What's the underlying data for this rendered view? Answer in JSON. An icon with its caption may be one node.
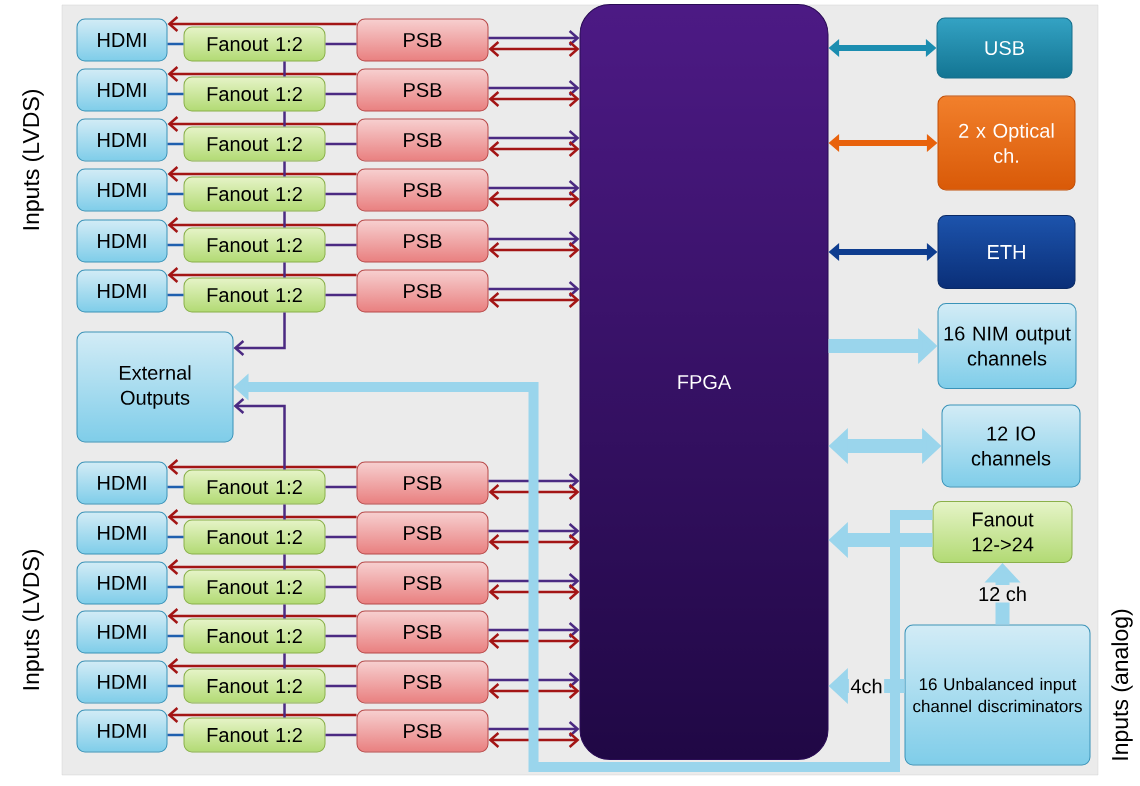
{
  "diagram": {
    "nodes": [
      {
        "text": [
          "FPGA"
        ]
      },
      {
        "text": [
          "HDMI"
        ]
      },
      {
        "text": [
          "Fanout 1:2"
        ]
      },
      {
        "text": [
          "PSB"
        ]
      },
      {
        "text": [
          "HDMI"
        ]
      },
      {
        "text": [
          "Fanout 1:2"
        ]
      },
      {
        "text": [
          "PSB"
        ]
      },
      {
        "text": [
          "HDMI"
        ]
      },
      {
        "text": [
          "Fanout 1:2"
        ]
      },
      {
        "text": [
          "PSB"
        ]
      },
      {
        "text": [
          "HDMI"
        ]
      },
      {
        "text": [
          "Fanout 1:2"
        ]
      },
      {
        "text": [
          "PSB"
        ]
      },
      {
        "text": [
          "HDMI"
        ]
      },
      {
        "text": [
          "Fanout 1:2"
        ]
      },
      {
        "text": [
          "PSB"
        ]
      },
      {
        "text": [
          "HDMI"
        ]
      },
      {
        "text": [
          "Fanout 1:2"
        ]
      },
      {
        "text": [
          "PSB"
        ]
      },
      {
        "text": [
          "HDMI"
        ]
      },
      {
        "text": [
          "Fanout 1:2"
        ]
      },
      {
        "text": [
          "PSB"
        ]
      },
      {
        "text": [
          "HDMI"
        ]
      },
      {
        "text": [
          "Fanout 1:2"
        ]
      },
      {
        "text": [
          "PSB"
        ]
      },
      {
        "text": [
          "HDMI"
        ]
      },
      {
        "text": [
          "Fanout 1:2"
        ]
      },
      {
        "text": [
          "PSB"
        ]
      },
      {
        "text": [
          "HDMI"
        ]
      },
      {
        "text": [
          "Fanout 1:2"
        ]
      },
      {
        "text": [
          "PSB"
        ]
      },
      {
        "text": [
          "HDMI"
        ]
      },
      {
        "text": [
          "Fanout 1:2"
        ]
      },
      {
        "text": [
          "PSB"
        ]
      },
      {
        "text": [
          "HDMI"
        ]
      },
      {
        "text": [
          "Fanout 1:2"
        ]
      },
      {
        "text": [
          "PSB"
        ]
      },
      {
        "text": [
          "External Outputs"
        ]
      },
      {
        "text": [
          "USB"
        ]
      },
      {
        "text": [
          "2 x Optical ch."
        ]
      },
      {
        "text": [
          "ETH"
        ]
      },
      {
        "text": [
          "16 NIM output channels"
        ]
      },
      {
        "text": [
          "12 IO channels"
        ]
      },
      {
        "text": [
          "Fanout 12->24"
        ]
      },
      {
        "text": [
          "16 Unbalanced input channel discriminators"
        ]
      }
    ],
    "edges": [
      {
        "from": 3,
        "to": 1,
        "arrow": "to",
        "color": "#a31515"
      },
      {
        "from": 1,
        "to": 2,
        "arrow": "none",
        "color": "#1f5fae"
      },
      {
        "from": 2,
        "to": 3,
        "arrow": "none"
      },
      {
        "from": 3,
        "to": 0,
        "arrow": "to"
      },
      {
        "from": 3,
        "to": 0,
        "arrow": "both",
        "color": "#a31515"
      },
      {
        "from": 6,
        "to": 4,
        "arrow": "to",
        "color": "#a31515"
      },
      {
        "from": 4,
        "to": 5,
        "arrow": "none",
        "color": "#1f5fae"
      },
      {
        "from": 5,
        "to": 6,
        "arrow": "none"
      },
      {
        "from": 6,
        "to": 0,
        "arrow": "to"
      },
      {
        "from": 6,
        "to": 0,
        "arrow": "both",
        "color": "#a31515"
      },
      {
        "from": 9,
        "to": 7,
        "arrow": "to",
        "color": "#a31515"
      },
      {
        "from": 7,
        "to": 8,
        "arrow": "none",
        "color": "#1f5fae"
      },
      {
        "from": 8,
        "to": 9,
        "arrow": "none"
      },
      {
        "from": 9,
        "to": 0,
        "arrow": "to"
      },
      {
        "from": 9,
        "to": 0,
        "arrow": "both",
        "color": "#a31515"
      },
      {
        "from": 12,
        "to": 10,
        "arrow": "to",
        "color": "#a31515"
      },
      {
        "from": 10,
        "to": 11,
        "arrow": "none",
        "color": "#1f5fae"
      },
      {
        "from": 11,
        "to": 12,
        "arrow": "none"
      },
      {
        "from": 12,
        "to": 0,
        "arrow": "to"
      },
      {
        "from": 12,
        "to": 0,
        "arrow": "both",
        "color": "#a31515"
      },
      {
        "from": 15,
        "to": 13,
        "arrow": "to",
        "color": "#a31515"
      },
      {
        "from": 13,
        "to": 14,
        "arrow": "none",
        "color": "#1f5fae"
      },
      {
        "from": 14,
        "to": 15,
        "arrow": "none"
      },
      {
        "from": 15,
        "to": 0,
        "arrow": "to"
      },
      {
        "from": 15,
        "to": 0,
        "arrow": "both",
        "color": "#a31515"
      },
      {
        "from": 18,
        "to": 16,
        "arrow": "to",
        "color": "#a31515"
      },
      {
        "from": 16,
        "to": 17,
        "arrow": "none",
        "color": "#1f5fae"
      },
      {
        "from": 17,
        "to": 18,
        "arrow": "none"
      },
      {
        "from": 18,
        "to": 0,
        "arrow": "to"
      },
      {
        "from": 18,
        "to": 0,
        "arrow": "both",
        "color": "#a31515"
      },
      {
        "from": 21,
        "to": 19,
        "arrow": "to",
        "color": "#a31515"
      },
      {
        "from": 19,
        "to": 20,
        "arrow": "none",
        "color": "#1f5fae"
      },
      {
        "from": 20,
        "to": 21,
        "arrow": "none"
      },
      {
        "from": 21,
        "to": 0,
        "arrow": "to"
      },
      {
        "from": 21,
        "to": 0,
        "arrow": "both",
        "color": "#a31515"
      },
      {
        "from": 24,
        "to": 22,
        "arrow": "to",
        "color": "#a31515"
      },
      {
        "from": 22,
        "to": 23,
        "arrow": "none",
        "color": "#1f5fae"
      },
      {
        "from": 23,
        "to": 24,
        "arrow": "none"
      },
      {
        "from": 24,
        "to": 0,
        "arrow": "to"
      },
      {
        "from": 24,
        "to": 0,
        "arrow": "both",
        "color": "#a31515"
      },
      {
        "from": 27,
        "to": 25,
        "arrow": "to",
        "color": "#a31515"
      },
      {
        "from": 25,
        "to": 26,
        "arrow": "none",
        "color": "#1f5fae"
      },
      {
        "from": 26,
        "to": 27,
        "arrow": "none"
      },
      {
        "from": 27,
        "to": 0,
        "arrow": "to"
      },
      {
        "from": 27,
        "to": 0,
        "arrow": "both",
        "color": "#a31515"
      },
      {
        "from": 30,
        "to": 28,
        "arrow": "to",
        "color": "#a31515"
      },
      {
        "from": 28,
        "to": 29,
        "arrow": "none",
        "color": "#1f5fae"
      },
      {
        "from": 29,
        "to": 30,
        "arrow": "none"
      },
      {
        "from": 30,
        "to": 0,
        "arrow": "to"
      },
      {
        "from": 30,
        "to": 0,
        "arrow": "both",
        "color": "#a31515"
      },
      {
        "from": 33,
        "to": 31,
        "arrow": "to",
        "color": "#a31515"
      },
      {
        "from": 31,
        "to": 32,
        "arrow": "none",
        "color": "#1f5fae"
      },
      {
        "from": 32,
        "to": 33,
        "arrow": "none"
      },
      {
        "from": 33,
        "to": 0,
        "arrow": "to"
      },
      {
        "from": 33,
        "to": 0,
        "arrow": "both",
        "color": "#a31515"
      },
      {
        "from": 36,
        "to": 34,
        "arrow": "to",
        "color": "#a31515"
      },
      {
        "from": 34,
        "to": 35,
        "arrow": "none",
        "color": "#1f5fae"
      },
      {
        "from": 35,
        "to": 36,
        "arrow": "none"
      },
      {
        "from": 36,
        "to": 0,
        "arrow": "to"
      },
      {
        "from": 36,
        "to": 0,
        "arrow": "both",
        "color": "#a31515"
      },
      {
        "from": 2,
        "to": 5,
        "arrow": "none"
      },
      {
        "from": 5,
        "to": 8,
        "arrow": "none"
      },
      {
        "from": 8,
        "to": 11,
        "arrow": "none"
      },
      {
        "from": 11,
        "to": 14,
        "arrow": "none"
      },
      {
        "from": 14,
        "to": 17,
        "arrow": "none"
      },
      {
        "from": 17,
        "to": 37,
        "arrow": "to"
      },
      {
        "from": 20,
        "to": 37,
        "arrow": "to"
      },
      {
        "from": 20,
        "to": 23,
        "arrow": "none"
      },
      {
        "from": 23,
        "to": 26,
        "arrow": "none"
      },
      {
        "from": 26,
        "to": 29,
        "arrow": "none"
      },
      {
        "from": 29,
        "to": 32,
        "arrow": "none"
      },
      {
        "from": 32,
        "to": 35,
        "arrow": "none"
      },
      {
        "from": 0,
        "to": 38,
        "arrow": "both",
        "style": "thick",
        "color": "#1b8db0"
      },
      {
        "from": 0,
        "to": 39,
        "arrow": "both",
        "style": "thick",
        "color": "#e8620c"
      },
      {
        "from": 0,
        "to": 40,
        "arrow": "both",
        "style": "thick",
        "color": "#0e3d8f"
      },
      {
        "from": 0,
        "to": 41,
        "arrow": "to",
        "style": "thick",
        "color": "#9ad5ec"
      },
      {
        "from": 0,
        "to": 42,
        "arrow": "both",
        "style": "thick",
        "color": "#9ad5ec"
      },
      {
        "from": 43,
        "to": 0,
        "arrow": "to",
        "style": "thick",
        "color": "#9ad5ec"
      },
      {
        "from": 43,
        "to": 37,
        "arrow": "to",
        "style": "thick",
        "color": "#9ad5ec"
      },
      {
        "from": 44,
        "to": 43,
        "arrow": "to",
        "style": "thick",
        "color": "#9ad5ec",
        "label": "12 ch"
      },
      {
        "from": 44,
        "to": 0,
        "arrow": "to",
        "style": "thick",
        "color": "#9ad5ec",
        "label": "4ch"
      }
    ],
    "labels": [
      "Inputs (LVDS)",
      "Inputs (LVDS)",
      "Inputs (analog)"
    ]
  }
}
